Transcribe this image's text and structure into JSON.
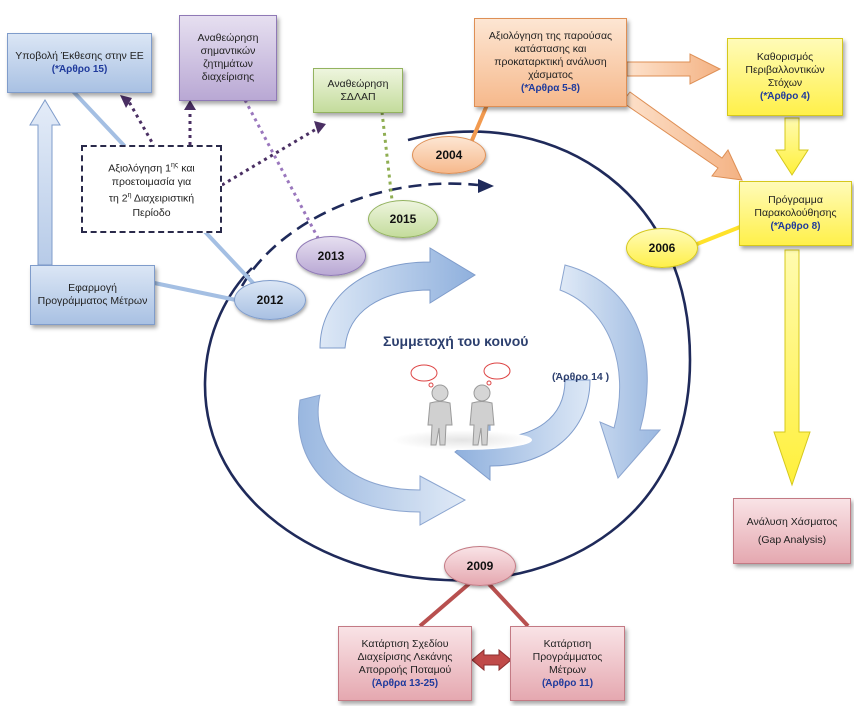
{
  "boxes": {
    "report_eu": {
      "text": "Υποβολή Έκθεσης στην ΕΕ",
      "ref": "(*Άρθρο 15)"
    },
    "review_issues": {
      "text": "Αναθεώρηση σημαντικών ζητημάτων διαχείρισης"
    },
    "review_sdlap": {
      "text": "Αναθεώρηση ΣΔΛΑΠ"
    },
    "assessment": {
      "text": "Αξιολόγηση της παρούσας κατάστασης και προκαταρκτική ανάλυση χάσματος",
      "ref": "(*Άρθρα 5-8)"
    },
    "env_goals": {
      "text": "Καθορισμός Περιβαλλοντικών Στόχων",
      "ref": "(*Άρθρο 4)"
    },
    "monitoring": {
      "text": "Πρόγραμμα Παρακολούθησης",
      "ref": "(*Άρθρο 8)"
    },
    "gap_analysis": {
      "text": "Ανάλυση Χάσματος",
      "sub": "(Gap Analysis)"
    },
    "apply_program": {
      "text": "Εφαρμογή Προγράμματος Μέτρων"
    },
    "evaluation": {
      "line1": "Αξιολόγηση 1",
      "sup1": "ης",
      "line1b": " και",
      "line2": "προετοιμασία για",
      "line3a": "τη 2",
      "sup2": "η",
      "line3b": " Διαχειριστική",
      "line4": "Περίοδο"
    },
    "basin_plan": {
      "text": "Κατάρτιση Σχεδίου Διαχείρισης Λεκάνης Απορροής Ποταμού",
      "ref": "(Άρθρα 13-25)"
    },
    "measures_program": {
      "text": "Κατάρτιση Προγράμματος Μέτρων",
      "ref": "(Άρθρο 11)"
    }
  },
  "years": {
    "y2004": "2004",
    "y2006": "2006",
    "y2009": "2009",
    "y2012": "2012",
    "y2013": "2013",
    "y2015": "2015"
  },
  "center": {
    "title": "Συμμετοχή του κοινού",
    "ref": "(Άρθρο 14 )"
  },
  "colors": {
    "blue": "#a9c1e3",
    "purple": "#b9a8d4",
    "green": "#c4dc9c",
    "orange": "#f6b98c",
    "yellow": "#fff04a",
    "pink": "#e5a8b0",
    "dark_navy": "#1f2a5a"
  }
}
